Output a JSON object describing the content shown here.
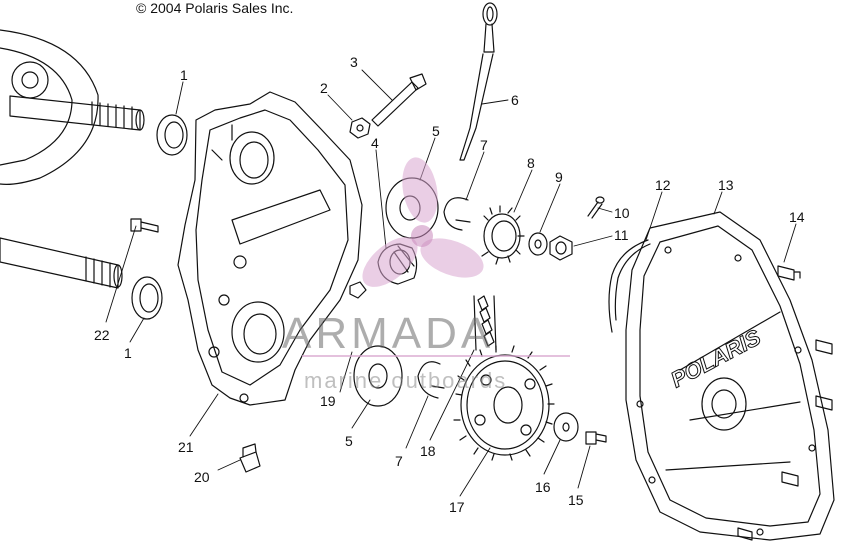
{
  "copyright": "© 2004 Polaris Sales Inc.",
  "watermark": {
    "main": "ARMADA",
    "sub": "marine outboards"
  },
  "cover_brand": "POLARIS",
  "callouts": [
    {
      "id": "c1a",
      "text": "1"
    },
    {
      "id": "c2",
      "text": "2"
    },
    {
      "id": "c3",
      "text": "3"
    },
    {
      "id": "c4",
      "text": "4"
    },
    {
      "id": "c5a",
      "text": "5"
    },
    {
      "id": "c6",
      "text": "6"
    },
    {
      "id": "c7a",
      "text": "7"
    },
    {
      "id": "c8",
      "text": "8"
    },
    {
      "id": "c9",
      "text": "9"
    },
    {
      "id": "c10",
      "text": "10"
    },
    {
      "id": "c11",
      "text": "11"
    },
    {
      "id": "c12",
      "text": "12"
    },
    {
      "id": "c13",
      "text": "13"
    },
    {
      "id": "c14",
      "text": "14"
    },
    {
      "id": "c22",
      "text": "22"
    },
    {
      "id": "c1b",
      "text": "1"
    },
    {
      "id": "c19",
      "text": "19"
    },
    {
      "id": "c5b",
      "text": "5"
    },
    {
      "id": "c21",
      "text": "21"
    },
    {
      "id": "c7b",
      "text": "7"
    },
    {
      "id": "c18",
      "text": "18"
    },
    {
      "id": "c16",
      "text": "16"
    },
    {
      "id": "c15",
      "text": "15"
    },
    {
      "id": "c20",
      "text": "20"
    },
    {
      "id": "c17",
      "text": "17"
    }
  ],
  "colors": {
    "ink": "#111111",
    "watermark_pink": "#d9a6cf"
  }
}
